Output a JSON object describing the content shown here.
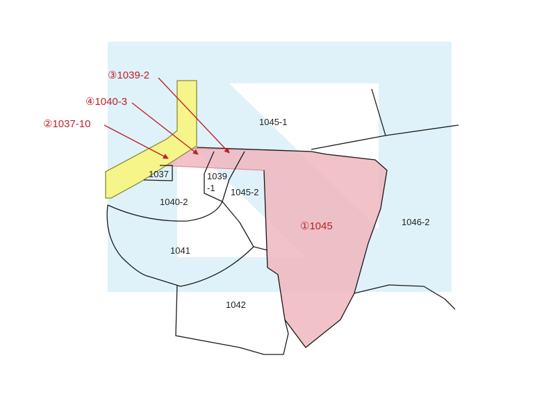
{
  "colors": {
    "highlight_fill": "#f0b7bf",
    "highlight_stroke": "#e48e9a",
    "road_fill": "#f5f58a",
    "road_stroke": "#8a8a3a",
    "watermark": "#dff2f9",
    "callout": "#c0202a",
    "line": "#1a1a1a"
  },
  "parcels": {
    "p1037": "1037",
    "p1039_1_line1": "1039",
    "p1039_1_line2": "-1",
    "p1040_2": "1040-2",
    "p1041": "1041",
    "p1042": "1042",
    "p1045_1": "1045-1",
    "p1045_2": "1045-2",
    "p1046_2": "1046-2"
  },
  "callouts": {
    "c1": "①1045",
    "c2": "②1037-10",
    "c3": "③1039-2",
    "c4": "④1040-3"
  }
}
